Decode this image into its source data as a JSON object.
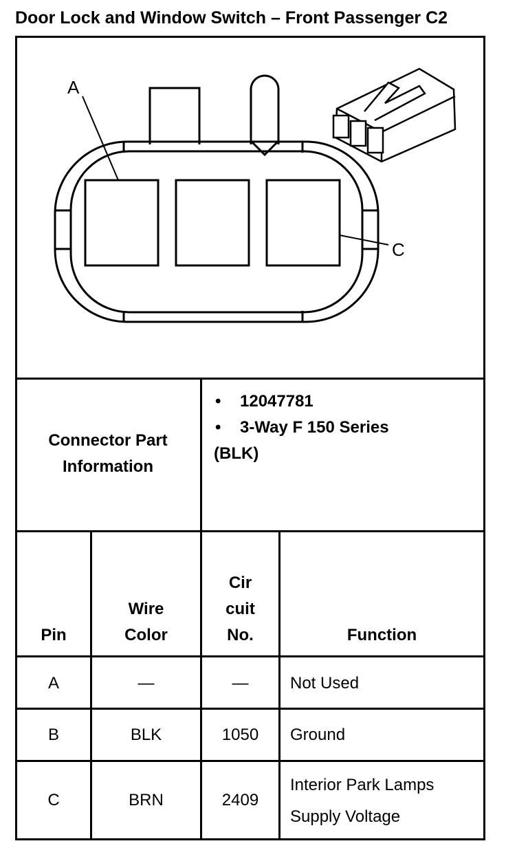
{
  "title": "Door Lock and Window Switch – Front Passenger C2",
  "diagram": {
    "callouts": [
      "A",
      "C"
    ]
  },
  "connector": {
    "label_line1": "Connector Part",
    "label_line2": "Information",
    "items": [
      "12047781",
      "3-Way F 150 Series",
      "(BLK)"
    ]
  },
  "table": {
    "headers": {
      "pin": "Pin",
      "wire_color_1": "Wire",
      "wire_color_2": "Color",
      "circuit_1": "Cir",
      "circuit_2": "cuit",
      "circuit_3": "No.",
      "function": "Function"
    },
    "rows": [
      {
        "pin": "A",
        "wire": "—",
        "circuit": "—",
        "function_1": "Not Used",
        "function_2": ""
      },
      {
        "pin": "B",
        "wire": "BLK",
        "circuit": "1050",
        "function_1": "Ground",
        "function_2": ""
      },
      {
        "pin": "C",
        "wire": "BRN",
        "circuit": "2409",
        "function_1": "Interior Park Lamps",
        "function_2": "Supply Voltage"
      }
    ]
  }
}
